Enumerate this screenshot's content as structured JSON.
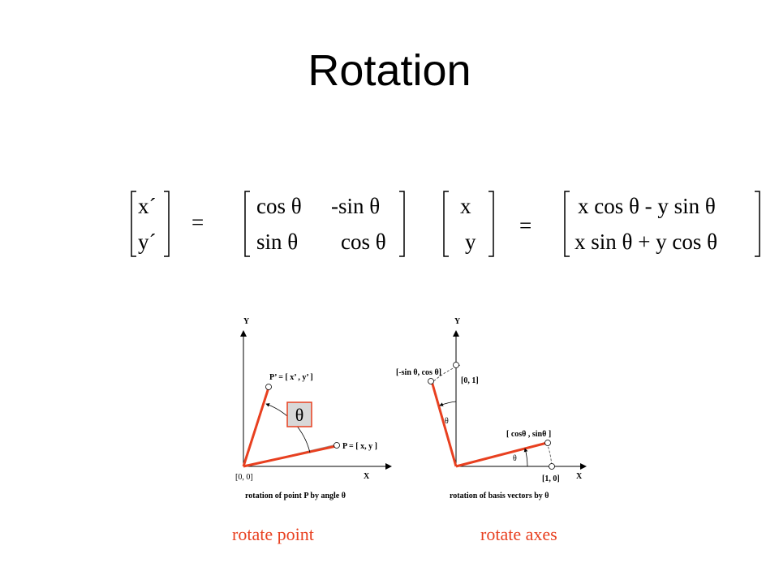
{
  "title": "Rotation",
  "equation": {
    "lhs": [
      "x´",
      "y´"
    ],
    "equals": "=",
    "matrix_row1": [
      "cos θ",
      "-sin θ"
    ],
    "matrix_row2": [
      "sin θ",
      "cos θ"
    ],
    "vector": [
      "x",
      "y"
    ],
    "result": [
      "x cos θ - y sin θ",
      "x sin θ + y cos θ"
    ]
  },
  "diagram_left": {
    "axis_y": "Y",
    "axis_x": "X",
    "point_p_prime": "P’  = [ x’  , y’ ]",
    "point_p": "P = [ x, y ]",
    "origin": "[0, 0]",
    "theta_box": "θ",
    "caption": "rotation  of  point  P  by  angle  θ"
  },
  "diagram_right": {
    "axis_y": "Y",
    "axis_x": "X",
    "vec_neg_sin": "[-sin  θ, cos θ]",
    "vec_01": "[0, 1]",
    "vec_cos_sin": "[ cosθ , sinθ ]",
    "vec_10": "[1, 0]",
    "theta_upper": "θ",
    "theta_lower": "θ",
    "caption": "rotation  of  basis  vectors  by  θ"
  },
  "captions": {
    "left": "rotate point",
    "right": "rotate axes"
  },
  "colors": {
    "accent": "#e84020",
    "theta_box_fill": "#d8d8d8"
  }
}
